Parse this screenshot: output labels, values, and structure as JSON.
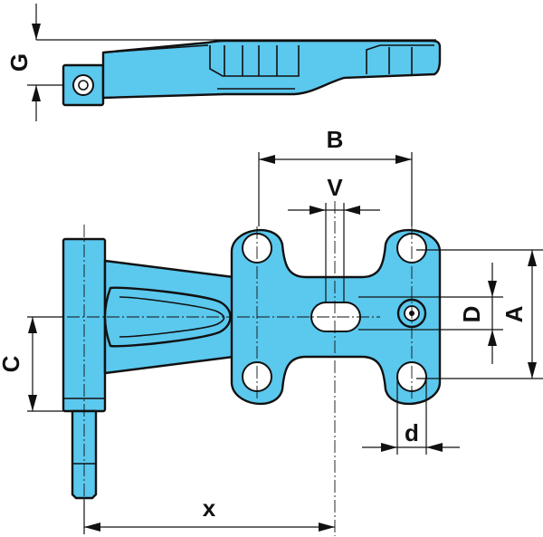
{
  "labels": {
    "g": "G",
    "b": "B",
    "v": "V",
    "c": "C",
    "d_upper": "D",
    "a": "A",
    "d_lower": "d",
    "x": "x"
  },
  "colors": {
    "part_fill": "#5bc8ee",
    "line": "#111111",
    "background": "#ffffff"
  }
}
